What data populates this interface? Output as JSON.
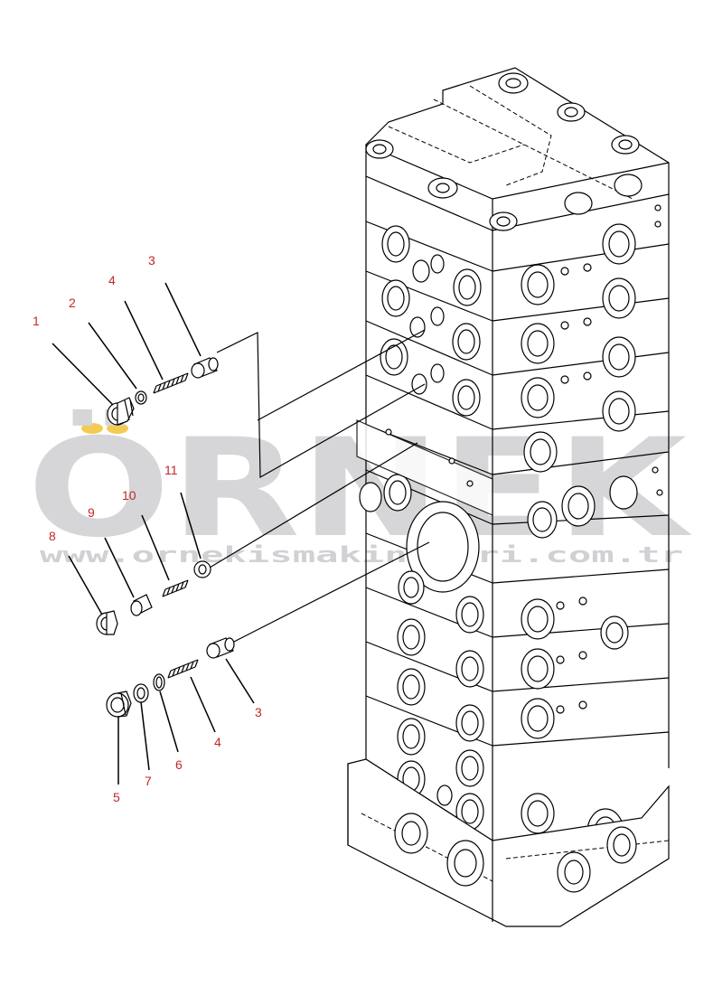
{
  "watermark": {
    "brand": "ÖRNEK",
    "url": "www.ornekismakinalari.com.tr",
    "brand_color": "#d4d4d8",
    "accent_color": "#f2c94c"
  },
  "callouts": [
    {
      "id": "c1",
      "label": "1"
    },
    {
      "id": "c2",
      "label": "2"
    },
    {
      "id": "c3a",
      "label": "3"
    },
    {
      "id": "c4a",
      "label": "4"
    },
    {
      "id": "c11",
      "label": "11"
    },
    {
      "id": "c10",
      "label": "10"
    },
    {
      "id": "c9",
      "label": "9"
    },
    {
      "id": "c8",
      "label": "8"
    },
    {
      "id": "c3b",
      "label": "3"
    },
    {
      "id": "c4b",
      "label": "4"
    },
    {
      "id": "c6",
      "label": "6"
    },
    {
      "id": "c7",
      "label": "7"
    },
    {
      "id": "c5",
      "label": "5"
    }
  ],
  "callout_color": "#c0282a"
}
